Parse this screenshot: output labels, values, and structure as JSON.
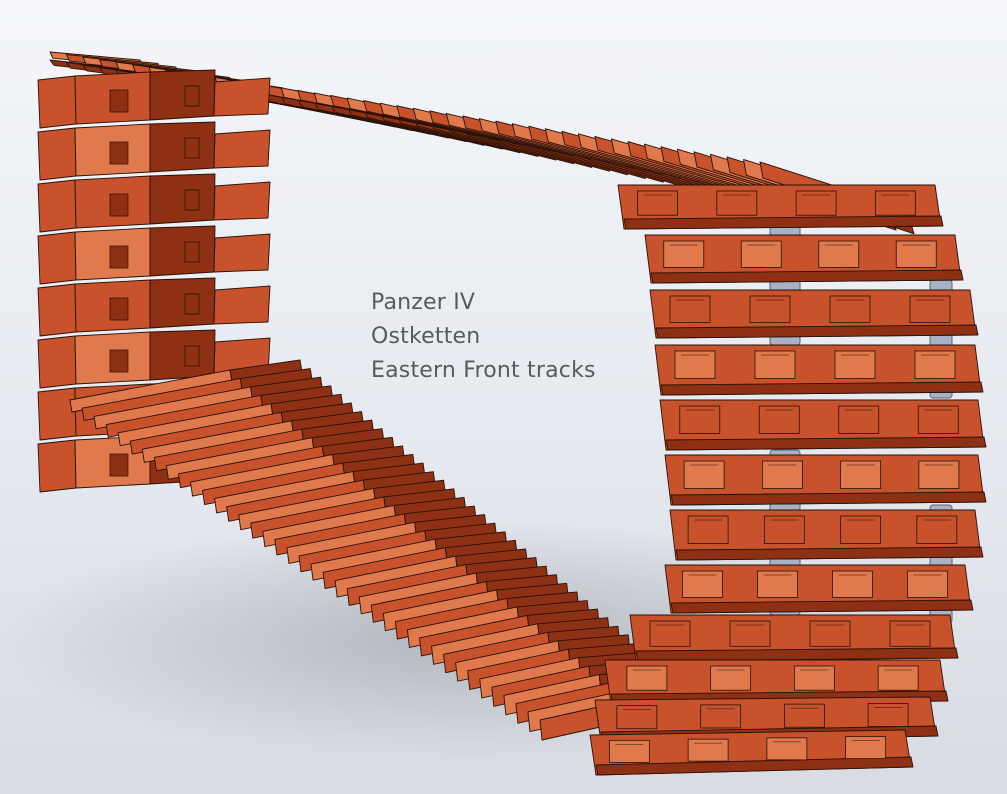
{
  "caption": {
    "line1": "Panzer IV",
    "line2": "Ostketten",
    "line3": "Eastern Front tracks"
  },
  "colors": {
    "track_fill": "#c8522b",
    "track_dark": "#8e3014",
    "track_light": "#e07a4c",
    "track_edge": "#2a1208",
    "sprocket_fill": "#a9b1c6",
    "sprocket_edge": "#5d6478",
    "shadow": "#9aa0aa",
    "background_top": "#f4f6fa",
    "background_bottom": "#d8dbe2"
  }
}
